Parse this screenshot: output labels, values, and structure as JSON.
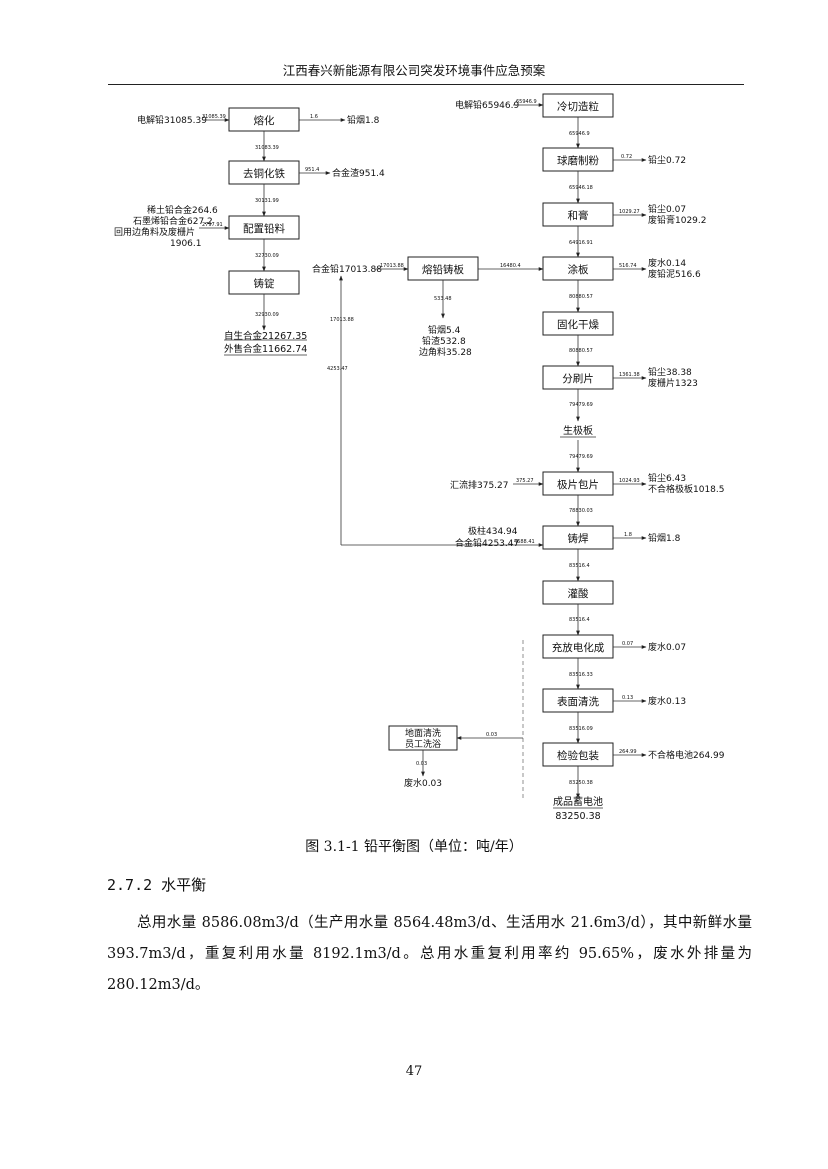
{
  "header": "江西春兴新能源有限公司突发环境事件应急预案",
  "diagram": {
    "left": {
      "melt_in": "电解铅31085.39",
      "melt_in_line": "31085.39",
      "melt": "熔化",
      "melt_out_line": "1.6",
      "melt_out": "铅烟1.8",
      "s1": "31083.39",
      "decu": "去铜化铁",
      "decu_out_line": "951.4",
      "decu_out": "合金渣951.4",
      "s2": "30131.99",
      "mix_in1": "稀土铅合金264.6",
      "mix_in2": "石墨烯铅合金627.2",
      "mix_in3": "回用边角料及废栅片",
      "mix_in4": "1906.1",
      "mix_in_line": "2797.91",
      "mix": "配置铅料",
      "s3": "32730.09",
      "cast": "铸锭",
      "s4": "32930.09",
      "self_alloy": "自生合金21267.35",
      "sold_alloy": "外售合金11662.74"
    },
    "middle": {
      "alloy_in": "合金铅17013.88",
      "alloy_in_line": "17013.88",
      "grid": "熔铅铸板",
      "grid_out_line": "16480.4",
      "v1": "17013.88",
      "v2": "4253.47",
      "s5": "533.48",
      "loss1": "铅烟5.4",
      "loss2": "铅渣532.8",
      "loss3": "边角料35.28"
    },
    "right": {
      "powder_in": "电解铅65946.9",
      "powder_in_line": "65946.9",
      "b1": "冷切造粒",
      "n1": "65946.9",
      "b2": "球磨制粉",
      "b2_out_line": "0.72",
      "b2_out": "铅尘0.72",
      "n2": "65946.18",
      "b3": "和膏",
      "b3_out_line": "1029.27",
      "b3_out1": "铅尘0.07",
      "b3_out2": "废铅膏1029.2",
      "n3": "64916.91",
      "b4": "涂板",
      "b4_out_line": "516.74",
      "b4_out1": "废水0.14",
      "b4_out2": "废铅泥516.6",
      "n4": "80880.57",
      "b5": "固化干燥",
      "n5": "80880.57",
      "b6": "分刷片",
      "b6_out_line": "1361.38",
      "b6_out1": "铅尘38.38",
      "b6_out2": "废栅片1323",
      "n6": "79479.69",
      "plate": "生极板",
      "n7": "79479.69",
      "b7_in": "汇流排375.27",
      "b7_in_line": "375.27",
      "b7": "极片包片",
      "b7_out_line": "1024.93",
      "b7_out1": "铅尘6.43",
      "b7_out2": "不合格极板1018.5",
      "n8": "78830.03",
      "b8_in1": "极柱434.94",
      "b8_in2": "合金铅4253.47",
      "b8_in_line": "4688.41",
      "b8": "铸焊",
      "b8_out_line": "1.8",
      "b8_out": "铅烟1.8",
      "n9": "83516.4",
      "b9": "灌酸",
      "n10": "83516.4",
      "b10": "充放电化成",
      "b10_out_line": "0.07",
      "b10_out": "废水0.07",
      "n11": "83516.33",
      "b11": "表面清洗",
      "b11_out_line": "0.13",
      "b11_out": "废水0.13",
      "n12": "83516.09",
      "b12": "检验包装",
      "b12_out_line": "264.99",
      "b12_out": "不合格电池264.99",
      "n13": "83250.38",
      "final1": "成品蓄电池",
      "final2": "83250.38",
      "clean_line": "0.03",
      "clean1": "地面清洗",
      "clean2": "员工洗浴",
      "clean_n": "0.03",
      "clean_out": "废水0.03"
    }
  },
  "caption": "图 3.1-1  铅平衡图（单位：吨/年）",
  "section_heading": "2.7.2  水平衡",
  "paragraph": "总用水量 8586.08m3/d（生产用水量 8564.48m3/d、生活用水 21.6m3/d），其中新鲜水量 393.7m3/d，重复利用水量 8192.1m3/d。总用水重复利用率约 95.65%，废水外排量为 280.12m3/d。",
  "page_number": "47"
}
